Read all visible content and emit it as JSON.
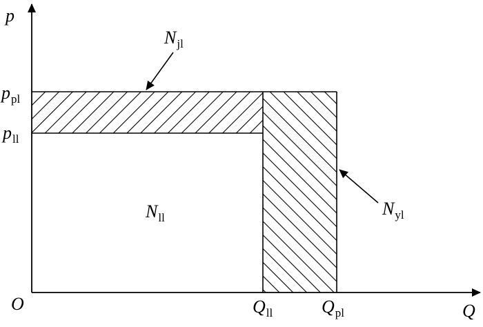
{
  "labels": {
    "y_axis": "p",
    "x_axis": "Q",
    "origin": "O",
    "p_pl": {
      "base": "p",
      "sub": "pl"
    },
    "p_ll": {
      "base": "p",
      "sub": "ll"
    },
    "q_ll": {
      "base": "Q",
      "sub": "ll"
    },
    "q_pl": {
      "base": "Q",
      "sub": "pl"
    },
    "n_jl": {
      "base": "N",
      "sub": "jl"
    },
    "n_ll": {
      "base": "N",
      "sub": "ll"
    },
    "n_yl": {
      "base": "N",
      "sub": "yl"
    }
  },
  "colors": {
    "line": "#000000",
    "background": "#ffffff"
  }
}
